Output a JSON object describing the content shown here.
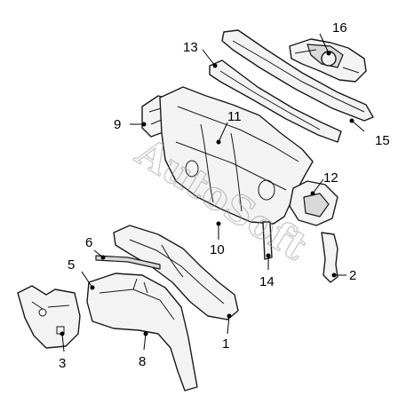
{
  "watermark": "AutoSoft",
  "callouts": [
    {
      "id": "1",
      "label": "1"
    },
    {
      "id": "2",
      "label": "2"
    },
    {
      "id": "3",
      "label": "3"
    },
    {
      "id": "5",
      "label": "5"
    },
    {
      "id": "6",
      "label": "6"
    },
    {
      "id": "8",
      "label": "8"
    },
    {
      "id": "9",
      "label": "9"
    },
    {
      "id": "10",
      "label": "10"
    },
    {
      "id": "11",
      "label": "11"
    },
    {
      "id": "12",
      "label": "12"
    },
    {
      "id": "13",
      "label": "13"
    },
    {
      "id": "14",
      "label": "14"
    },
    {
      "id": "15",
      "label": "15"
    },
    {
      "id": "16",
      "label": "16"
    }
  ]
}
